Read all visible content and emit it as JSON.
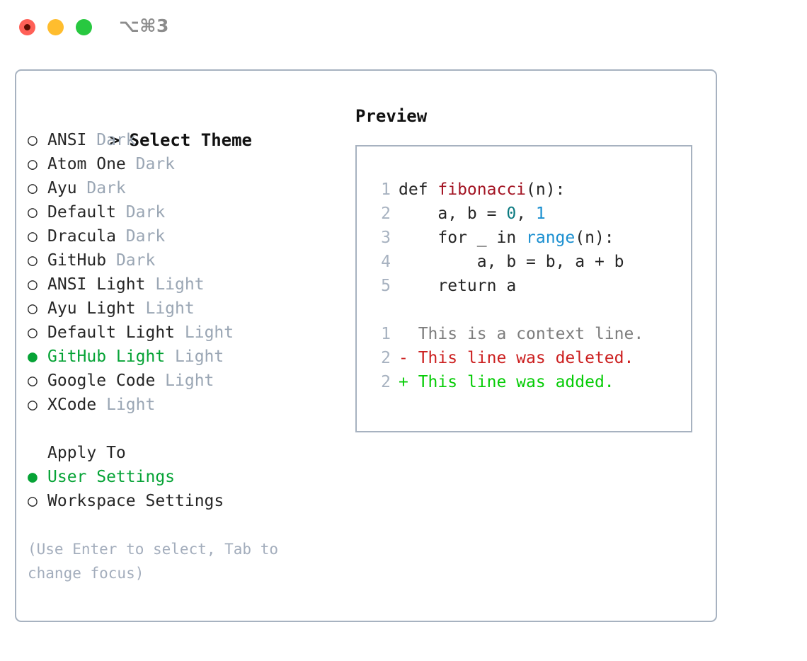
{
  "titlebar": {
    "shortcut": "⌥⌘3",
    "dots": [
      "close",
      "minimize",
      "maximize"
    ],
    "colors": {
      "close": "#ff6057",
      "minimize": "#ffbd2e",
      "maximize": "#28c840"
    }
  },
  "colors": {
    "accent_green": "#06a336",
    "muted": "#9aa6b4",
    "hint": "#a3adbc",
    "border": "#a7b2c0",
    "diff_add": "#06cc06",
    "diff_del": "#cc2020",
    "diff_context": "#7d7d7d",
    "fn_name": "#a31423",
    "number": "#0b7a80",
    "builtin": "#1a8fd0"
  },
  "theme_list": {
    "header": "Select Theme",
    "caret": ">",
    "bullet_empty": "○",
    "bullet_filled": "●",
    "items": [
      {
        "name": "ANSI",
        "variant": "Dark",
        "selected": false
      },
      {
        "name": "Atom One",
        "variant": "Dark",
        "selected": false
      },
      {
        "name": "Ayu",
        "variant": "Dark",
        "selected": false
      },
      {
        "name": "Default",
        "variant": "Dark",
        "selected": false
      },
      {
        "name": "Dracula",
        "variant": "Dark",
        "selected": false
      },
      {
        "name": "GitHub",
        "variant": "Dark",
        "selected": false
      },
      {
        "name": "ANSI Light",
        "variant": "Light",
        "selected": false
      },
      {
        "name": "Ayu Light",
        "variant": "Light",
        "selected": false
      },
      {
        "name": "Default Light",
        "variant": "Light",
        "selected": false
      },
      {
        "name": "GitHub Light",
        "variant": "Light",
        "selected": true
      },
      {
        "name": "Google Code",
        "variant": "Light",
        "selected": false
      },
      {
        "name": "XCode",
        "variant": "Light",
        "selected": false
      }
    ]
  },
  "apply_to": {
    "header": "Apply To",
    "options": [
      {
        "label": "User Settings",
        "selected": true
      },
      {
        "label": "Workspace Settings",
        "selected": false
      }
    ]
  },
  "hint": "(Use Enter to select, Tab to change focus)",
  "preview": {
    "header": "Preview",
    "code_lines": [
      {
        "no": "1",
        "tokens": [
          {
            "t": "def ",
            "c": "plain"
          },
          {
            "t": "fibonacci",
            "c": "fn"
          },
          {
            "t": "(n):",
            "c": "plain"
          }
        ]
      },
      {
        "no": "2",
        "tokens": [
          {
            "t": "    a, b = ",
            "c": "plain"
          },
          {
            "t": "0",
            "c": "num"
          },
          {
            "t": ", ",
            "c": "plain"
          },
          {
            "t": "1",
            "c": "num2"
          }
        ]
      },
      {
        "no": "3",
        "tokens": [
          {
            "t": "    for _ in ",
            "c": "plain"
          },
          {
            "t": "range",
            "c": "builtin"
          },
          {
            "t": "(n):",
            "c": "plain"
          }
        ]
      },
      {
        "no": "4",
        "tokens": [
          {
            "t": "        a, b = b, a + b",
            "c": "plain"
          }
        ]
      },
      {
        "no": "5",
        "tokens": [
          {
            "t": "    return a",
            "c": "plain"
          }
        ]
      }
    ],
    "diff_lines": [
      {
        "no": "1",
        "marker": " ",
        "text": " This is a context line.",
        "kind": "context"
      },
      {
        "no": "2",
        "marker": "-",
        "text": " This line was deleted.",
        "kind": "del"
      },
      {
        "no": "2",
        "marker": "+",
        "text": " This line was added.",
        "kind": "add"
      }
    ]
  }
}
